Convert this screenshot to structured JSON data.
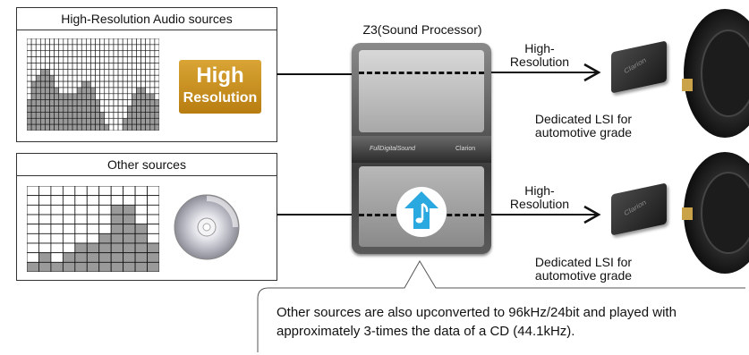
{
  "hires_box": {
    "title": "High-Resolution Audio sources"
  },
  "hires_logo": {
    "line1": "High",
    "line2": "Resolution"
  },
  "other_box": {
    "title": "Other sources"
  },
  "processor": {
    "title": "Z3(Sound Processor)",
    "panel_text": "FullDigitalSound",
    "brand_text": "Clarion"
  },
  "top_output": {
    "label": "High-\nResolution",
    "lsi_label": "Dedicated LSI for\nautomotive grade",
    "chip_text": "Clarion"
  },
  "bottom_output": {
    "label": "High-\nResolution",
    "lsi_label": "Dedicated LSI for\nautomotive grade",
    "chip_text": "Clarion"
  },
  "callout": {
    "text": "Other sources are also upconverted to 96kHz/24bit and played with approximately 3-times the data of a CD (44.1kHz)."
  },
  "colors": {
    "logo_gold": "#c8901a",
    "arrow_blue": "#2aa8e0",
    "line": "#111111"
  },
  "icons": {
    "upconvert": "music-note-up-arrow-icon",
    "disc": "cd-disc-icon"
  },
  "waveform_fine": {
    "cols": 29,
    "rows": 15
  },
  "waveform_coarse": {
    "cols": 11,
    "rows": 9,
    "levels": [
      1,
      2,
      1,
      2,
      3,
      3,
      4,
      7,
      7,
      5,
      3
    ]
  }
}
